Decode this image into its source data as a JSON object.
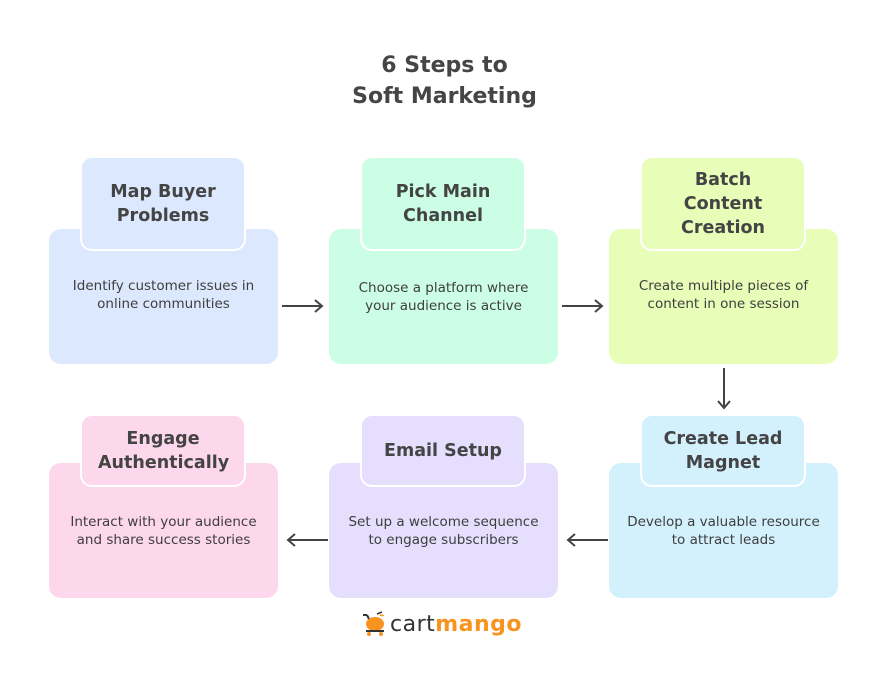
{
  "title": {
    "line1": "6 Steps to",
    "line2": "Soft Marketing"
  },
  "steps": [
    {
      "title": "Map Buyer Problems",
      "description": "Identify customer issues in online communities",
      "color": "#dce8fd"
    },
    {
      "title": "Pick Main Channel",
      "description": "Choose a platform where your audience is active",
      "color": "#ccfde5"
    },
    {
      "title": "Batch Content Creation",
      "description": "Create multiple pieces of content in one session",
      "color": "#e8fdb8"
    },
    {
      "title": "Create Lead Magnet",
      "description": "Develop a valuable resource to attract leads",
      "color": "#d3f1fd"
    },
    {
      "title": "Email Setup",
      "description": "Set up a welcome sequence to engage subscribers",
      "color": "#e5dffd"
    },
    {
      "title": "Engage Authentically",
      "description": "Interact with your audience and share success stories",
      "color": "#fdd7ec"
    }
  ],
  "logo": {
    "part1": "cart",
    "part2": "mango",
    "accent": "#f7931e"
  }
}
